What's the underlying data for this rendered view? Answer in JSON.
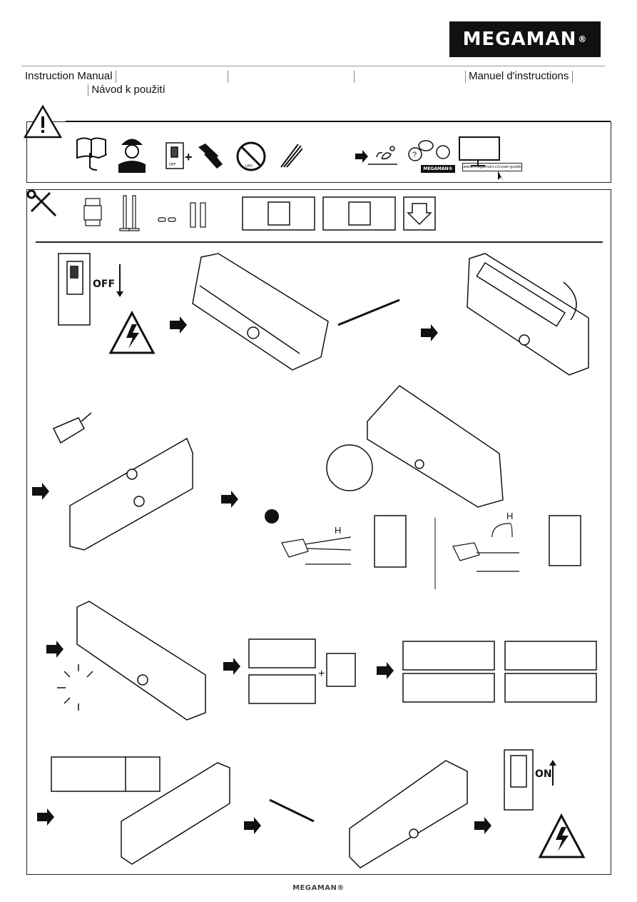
{
  "brand": {
    "logo_text": "MEGAMAN",
    "registered": "®"
  },
  "languages": {
    "line1": [
      "Instruction Manual",
      "",
      "",
      "",
      "Manuel d'instructions"
    ],
    "line2": [
      "Návod k použití"
    ]
  },
  "header_icons": [
    "warning-triangle-icon",
    "read-manual-icon",
    "electrician-icon",
    "switch-off-icon",
    "gloves-icon",
    "no-touch-led-icon",
    "wire-icon",
    "next-arrow-icon",
    "environment-icon",
    "support-chat-icon",
    "monitor-guide-icon"
  ],
  "support_logo": "MEGAMAN®",
  "guide_url": "www.megaman.cc/user-guide",
  "labels": {
    "off": "OFF",
    "on": "ON",
    "cable_h": "H",
    "switch_off_small": "OFF",
    "led_small": "LED"
  },
  "footer": {
    "brand": "MEGAMAN®"
  }
}
